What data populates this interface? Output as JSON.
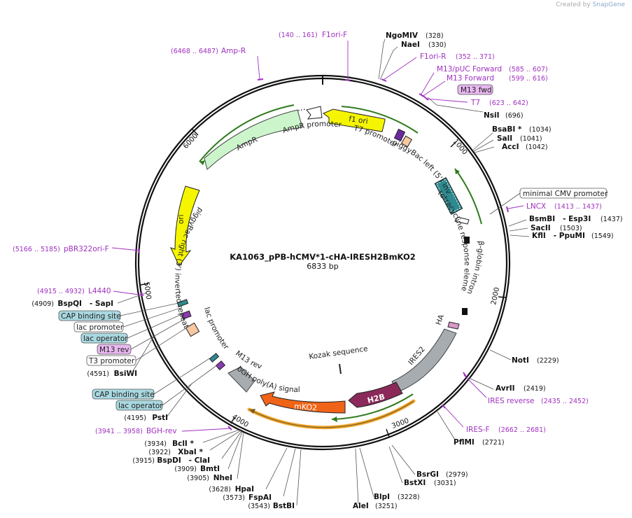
{
  "header": {
    "watermark_prefix": "Created by",
    "watermark_brand": "SnapGene"
  },
  "plasmid": {
    "name": "KA1063_pPB-hCMV*1-cHA-IRESH2BmKO2",
    "length": "6833 bp"
  },
  "ticks": [
    "1000",
    "2000",
    "3000",
    "4000",
    "5000",
    "6000"
  ],
  "sites_right": [
    {
      "name": "NgoMIV",
      "pos": "(328)"
    },
    {
      "name": "NaeI",
      "pos": "(330)"
    },
    {
      "name": "NsiI",
      "pos": "(696)"
    },
    {
      "name": "BsaBI *",
      "pos": "(1034)"
    },
    {
      "name": "SalI",
      "pos": "(1041)"
    },
    {
      "name": "AccI",
      "pos": "(1042)"
    },
    {
      "name": "BsmBI   - Esp3I",
      "pos": "(1437)"
    },
    {
      "name": "SacII",
      "pos": "(1503)"
    },
    {
      "name": "KflI   - PpuMI",
      "pos": "(1549)"
    },
    {
      "name": "NotI",
      "pos": "(2229)"
    },
    {
      "name": "AvrII",
      "pos": "(2419)"
    },
    {
      "name": "PflMI",
      "pos": "(2721)"
    },
    {
      "name": "BsrGI",
      "pos": "(2979)"
    },
    {
      "name": "BstXI",
      "pos": "(3031)"
    },
    {
      "name": "BlpI",
      "pos": "(3228)"
    },
    {
      "name": "AleI",
      "pos": "(3251)"
    }
  ],
  "sites_left": [
    {
      "name": "BstBI",
      "pos": "(3543)"
    },
    {
      "name": "FspAI",
      "pos": "(3573)"
    },
    {
      "name": "HpaI",
      "pos": "(3628)"
    },
    {
      "name": "NheI",
      "pos": "(3905)"
    },
    {
      "name": "BmtI",
      "pos": "(3909)"
    },
    {
      "name": "BspDI   - ClaI",
      "pos": "(3915)"
    },
    {
      "name": "XbaI *",
      "pos": "(3922)"
    },
    {
      "name": "BclI *",
      "pos": "(3934)"
    },
    {
      "name": "PstI",
      "pos": "(4195)"
    },
    {
      "name": "BsiWI",
      "pos": "(4591)"
    },
    {
      "name": "BspQI   - SapI",
      "pos": "(4909)"
    }
  ],
  "primers": [
    {
      "name": "F1ori-F",
      "pos": "(140 .. 161)"
    },
    {
      "name": "Amp-R",
      "pos": "(6468 .. 6487)"
    },
    {
      "name": "F1ori-R",
      "pos": "(352 .. 371)"
    },
    {
      "name": "M13/pUC Forward",
      "pos": "(585 .. 607)"
    },
    {
      "name": "M13 Forward",
      "pos": "(599 .. 616)"
    },
    {
      "name": "T7",
      "pos": "(623 .. 642)"
    },
    {
      "name": "LNCX",
      "pos": "(1413 .. 1437)"
    },
    {
      "name": "IRES reverse",
      "pos": "(2435 .. 2452)"
    },
    {
      "name": "IRES-F",
      "pos": "(2662 .. 2681)"
    },
    {
      "name": "BGH-rev",
      "pos": "(3941 .. 3958)"
    },
    {
      "name": "pBR322ori-F",
      "pos": "(5166 .. 5185)"
    },
    {
      "name": "L4440",
      "pos": "(4915 .. 4932)"
    }
  ],
  "boxed_labels": {
    "m13fwd": "M13 fwd",
    "mincmv": "minimal CMV promoter",
    "cap1": "CAP binding site",
    "lacprom1": "lac promoter",
    "lacop1": "lac operator",
    "m13rev": "M13 rev",
    "t3": "T3 promoter",
    "cap2": "CAP binding site",
    "lacop2": "lac operator"
  },
  "features": {
    "f1ori": "f1 ori",
    "amprprom": "AmpR promoter",
    "ampr": "AmpR",
    "t7prom": "T7 promoter",
    "pbleft": "piggyBac left (5') inverted repeat",
    "tre": "tetracycline response element",
    "bglobin": "β-globin intron",
    "ha": "HA",
    "ires2": "IRES2",
    "kozak": "Kozak sequence",
    "h2b": "H2B",
    "mko2": "mKO2",
    "bgh": "bGH poly(A) signal",
    "m13rev_inner": "M13 rev",
    "lacprom_inner": "lac promoter",
    "pbright": "piggyBac right (3') inverted repeat",
    "ori": "ori"
  },
  "colors": {
    "f1ori": "#f5f500",
    "ori": "#f5f500",
    "ampr": "#ccf5cc",
    "h2b": "#8b2a5a",
    "mko2": "#f06418",
    "ires": "#a6acb0",
    "bgh": "#a6acb0",
    "primer": "#a030c0",
    "tre": "#2e8a8f",
    "cap": "#a8d8e0",
    "m13": "#e8b8f0",
    "arc_green": "#2e7a1a",
    "arc_orange": "#f0a830"
  }
}
